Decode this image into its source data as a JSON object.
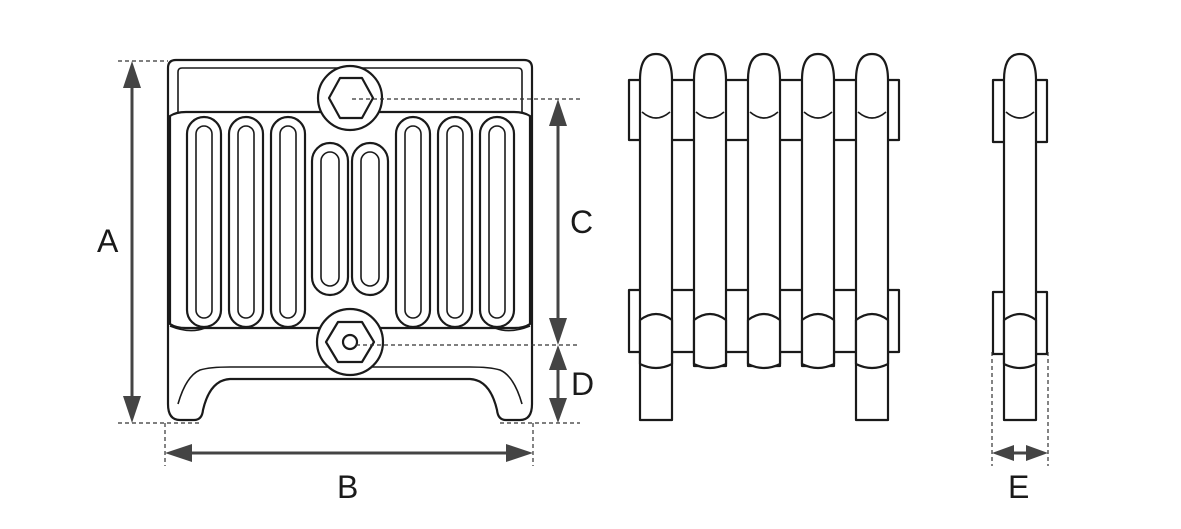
{
  "labels": {
    "a": "A",
    "b": "B",
    "c": "C",
    "d": "D",
    "e": "E"
  },
  "colors": {
    "outline": "#1a1a1a",
    "dimension": "#444444",
    "background": "#ffffff"
  }
}
